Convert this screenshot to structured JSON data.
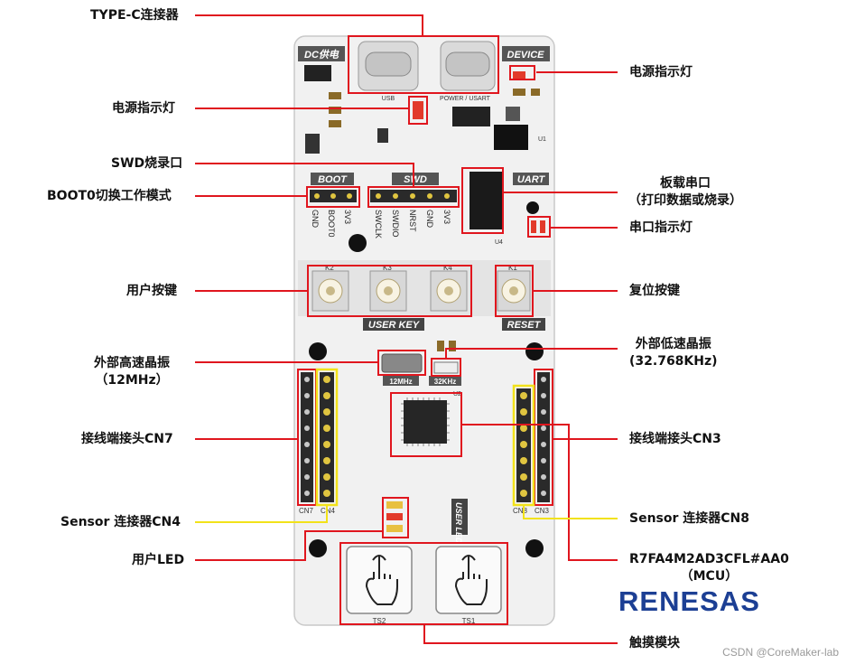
{
  "board": {
    "corner_labels": {
      "dc_power": "DC供电",
      "device": "DEVICE"
    },
    "port_labels": {
      "usb": "USB",
      "power_usart": "POWER / USART"
    },
    "section_labels": {
      "boot": "BOOT",
      "swd": "SWD",
      "uart": "UART",
      "user_key": "USER KEY",
      "reset": "RESET",
      "user_led": "USER LED"
    },
    "boot_pins": [
      "GND",
      "BOOT0",
      "3V3"
    ],
    "swd_pins": [
      "SWCLK",
      "SWDIO",
      "NRST",
      "GND",
      "3V3"
    ],
    "crystal_labels": {
      "hs": "12MHz",
      "ls": "32KHz"
    },
    "key_labels": [
      "K2",
      "K3",
      "K4",
      "K1"
    ],
    "header_labels": {
      "cn7": "CN7",
      "cn4": "CN4",
      "cn8": "CN8",
      "cn3": "CN3"
    },
    "touch_labels": {
      "ts2": "TS2",
      "ts1": "TS1"
    },
    "chip_labels": {
      "u1": "U1",
      "u4": "U4",
      "u2": "U2"
    }
  },
  "callouts": {
    "type_c": "TYPE-C连接器",
    "power_led_left": "电源指示灯",
    "power_led_right": "电源指示灯",
    "swd_port": "SWD烧录口",
    "boot0": "BOOT0切换工作模式",
    "uart_line1": "板载串口",
    "uart_line2": "（打印数据或烧录）",
    "uart_led": "串口指示灯",
    "user_key": "用户按键",
    "reset_key": "复位按键",
    "hs_crystal_line1": "外部高速晶振",
    "hs_crystal_line2": "（12MHz）",
    "ls_crystal_line1": "外部低速晶振",
    "ls_crystal_line2": "(32.768KHz)",
    "cn7": "接线端接头CN7",
    "cn3": "接线端接头CN3",
    "cn4": "Sensor 连接器CN4",
    "cn8": "Sensor 连接器CN8",
    "user_led": "用户LED",
    "mcu_line1": "R7FA4M2AD3CFL#AA0",
    "mcu_line2": "（MCU）",
    "touch": "触摸模块"
  },
  "logo": "RENESAS",
  "watermark": "CSDN @CoreMaker-lab",
  "colors": {
    "callout_red": "#e0161e",
    "callout_yellow": "#f2e21a",
    "brand_blue": "#1c3f94",
    "board": "#f1f1f1"
  }
}
